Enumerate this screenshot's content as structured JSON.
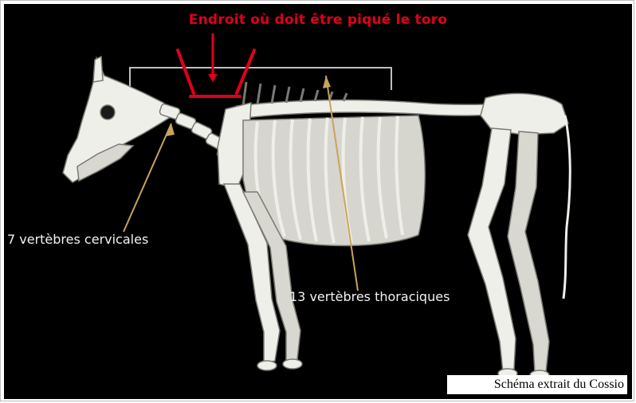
{
  "title": {
    "text": "Endroit où doit être piqué le toro"
  },
  "labels": {
    "cervical": "7 vertèbres cervicales",
    "thoracic": "13 vertèbres thoraciques"
  },
  "credit": {
    "text": "Schéma extrait du Cossio"
  },
  "colors": {
    "background": "#000000",
    "title": "#e0001b",
    "label": "#f2f2f2",
    "arrow": "#c8a45c",
    "bracket": "#bfbfbf",
    "bone": "#efefe9",
    "bone_shadow": "#7a7a73"
  }
}
